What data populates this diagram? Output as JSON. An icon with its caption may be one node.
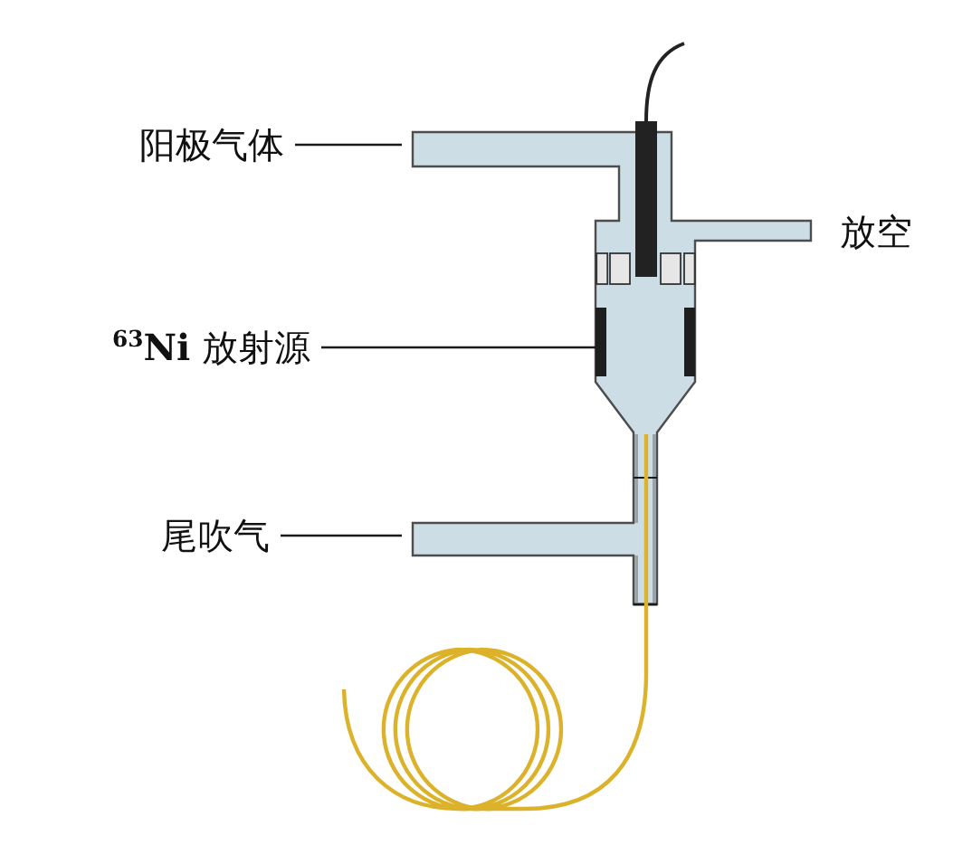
{
  "diagram": {
    "nodes": [
      {
        "text": [
          "阳极气体"
        ]
      },
      {
        "text": [
          "$^{63}$**Ni** 放射源"
        ]
      },
      {
        "text": [
          "尾吹气"
        ]
      }
    ],
    "edges": [
      {
        "from": 0,
        "to": null,
        "arrow": "none"
      },
      {
        "from": 1,
        "to": null,
        "arrow": "none"
      },
      {
        "from": 2,
        "to": null,
        "arrow": "none"
      }
    ],
    "labels": [
      "放空"
    ]
  }
}
